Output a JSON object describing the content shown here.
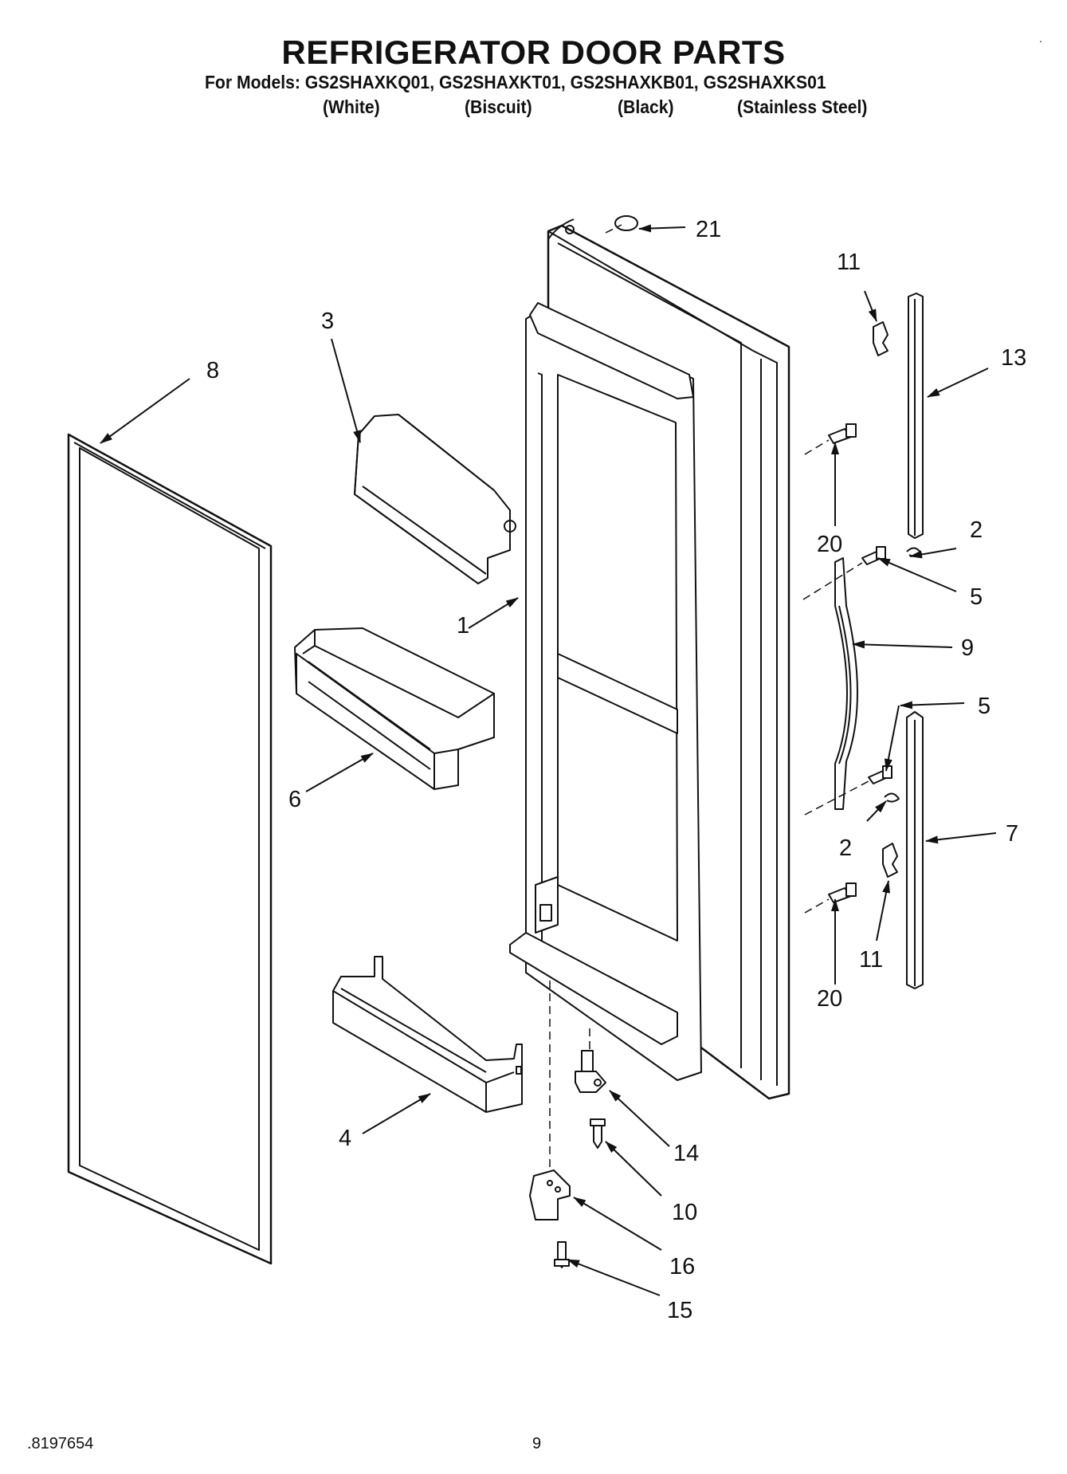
{
  "header": {
    "title": "REFRIGERATOR DOOR PARTS",
    "models_line": "For Models: GS2SHAXKQ01, GS2SHAXKT01, GS2SHAXKB01, GS2SHAXKS01",
    "variants": [
      "(White)",
      "(Biscuit)",
      "(Black)",
      "(Stainless Steel)"
    ]
  },
  "callouts": {
    "c21": "21",
    "c11a": "11",
    "c13": "13",
    "c3": "3",
    "c8": "8",
    "c20a": "20",
    "c2a": "2",
    "c5a": "5",
    "c1": "1",
    "c9": "9",
    "c5b": "5",
    "c6": "6",
    "c7": "7",
    "c2b": "2",
    "c11b": "11",
    "c20b": "20",
    "c4": "4",
    "c14": "14",
    "c10": "10",
    "c16": "16",
    "c15": "15"
  },
  "footer": {
    "doc_number": ".8197654",
    "page_number": "9",
    "corner_mark": "."
  }
}
